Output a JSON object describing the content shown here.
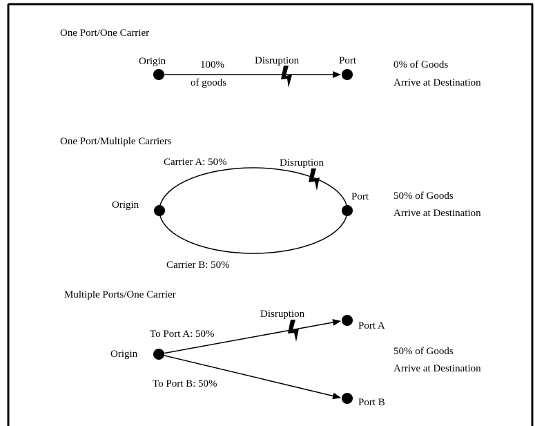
{
  "sections": [
    {
      "title": "One Port/One Carrier",
      "origin": "Origin",
      "port": "Port",
      "share_line1": "100%",
      "share_line2": "of goods",
      "disruption": "Disruption",
      "outcome_line1": "0% of Goods",
      "outcome_line2": "Arrive at Destination"
    },
    {
      "title": "One Port/Multiple Carriers",
      "origin": "Origin",
      "port": "Port",
      "carrier_a": "Carrier A: 50%",
      "carrier_b": "Carrier B: 50%",
      "disruption": "Disruption",
      "outcome_line1": "50% of Goods",
      "outcome_line2": "Arrive at Destination"
    },
    {
      "title": "Multiple Ports/One Carrier",
      "origin": "Origin",
      "port_a": "Port A",
      "port_b": "Port B",
      "route_a": "To Port A: 50%",
      "route_b": "To Port B: 50%",
      "disruption": "Disruption",
      "outcome_line1": "50% of Goods",
      "outcome_line2": "Arrive at Destination"
    }
  ]
}
